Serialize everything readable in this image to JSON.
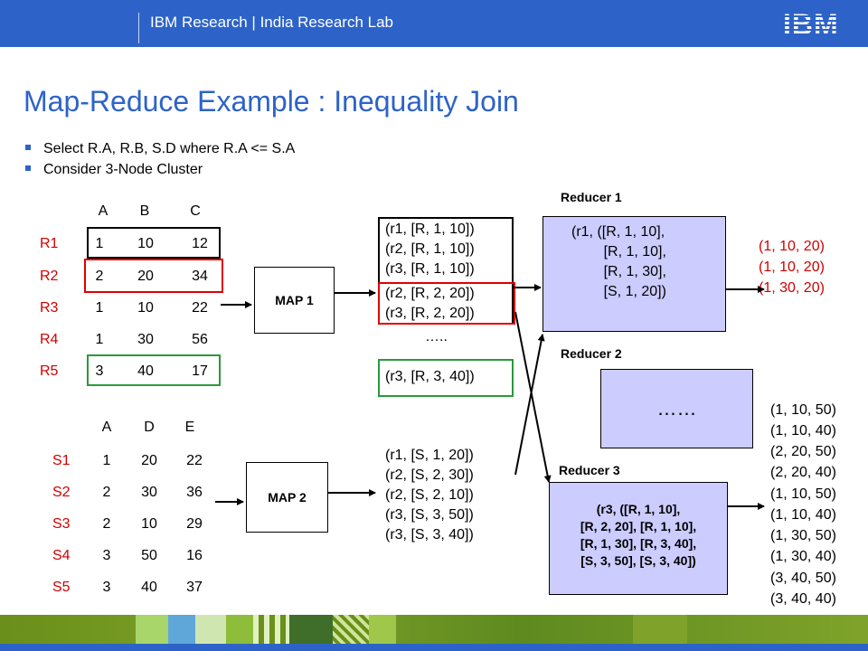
{
  "header": {
    "org_text": "IBM Research  |  India Research Lab",
    "logo": "IBM"
  },
  "title": "Map-Reduce Example : Inequality Join",
  "bullets": [
    "Select R.A, R.B, S.D where R.A <= S.A",
    "Consider 3-Node Cluster"
  ],
  "tableR": {
    "headers": [
      "A",
      "B",
      "C"
    ],
    "rows": [
      {
        "label": "R1",
        "cells": [
          "1",
          "10",
          "12"
        ]
      },
      {
        "label": "R2",
        "cells": [
          "2",
          "20",
          "34"
        ]
      },
      {
        "label": "R3",
        "cells": [
          "1",
          "10",
          "22"
        ]
      },
      {
        "label": "R4",
        "cells": [
          "1",
          "30",
          "56"
        ]
      },
      {
        "label": "R5",
        "cells": [
          "3",
          "40",
          "17"
        ]
      }
    ]
  },
  "tableS": {
    "headers": [
      "A",
      "D",
      "E"
    ],
    "rows": [
      {
        "label": "S1",
        "cells": [
          "1",
          "20",
          "22"
        ]
      },
      {
        "label": "S2",
        "cells": [
          "2",
          "30",
          "36"
        ]
      },
      {
        "label": "S3",
        "cells": [
          "2",
          "10",
          "29"
        ]
      },
      {
        "label": "S4",
        "cells": [
          "3",
          "50",
          "16"
        ]
      },
      {
        "label": "S5",
        "cells": [
          "3",
          "40",
          "37"
        ]
      }
    ]
  },
  "map1": {
    "label": "MAP 1"
  },
  "map2": {
    "label": "MAP 2"
  },
  "map1_output": {
    "lines": [
      "(r1, [R, 1, 10])",
      "(r2, [R, 1, 10])",
      "(r3, [R, 1, 10])",
      "(r2, [R, 2, 20])",
      "(r3, [R, 2, 20])"
    ],
    "ellipsis": "…..",
    "last": "(r3, [R, 3, 40])"
  },
  "map2_output": {
    "lines": [
      "(r1, [S, 1, 20])",
      "(r2, [S, 2, 30])",
      "(r2, [S, 2, 10])",
      "(r3, [S, 3, 50])",
      "(r3, [S, 3, 40])"
    ]
  },
  "reducer1": {
    "label": "Reducer 1",
    "lines": [
      "(r1, ([R, 1, 10],",
      "        [R, 1, 10],",
      "        [R, 1, 30],",
      "        [S, 1, 20])"
    ]
  },
  "reducer2": {
    "label": "Reducer 2",
    "content": "……"
  },
  "reducer3": {
    "label": "Reducer 3",
    "lines": [
      "(r3, ([R, 1, 10],",
      "[R, 2, 20], [R, 1, 10],",
      "[R, 1, 30], [R, 3, 40],",
      "[S, 3, 50], [S, 3, 40])"
    ]
  },
  "output1": [
    "(1, 10, 20)",
    "(1, 10, 20)",
    "(1, 30, 20)"
  ],
  "output3": [
    "(1, 10, 50)",
    "(1, 10, 40)",
    "(2, 20, 50)",
    "(2, 20, 40)",
    "(1, 10, 50)",
    "(1, 10, 40)",
    "(1, 30, 50)",
    "(1, 30, 40)",
    "(3, 40, 50)",
    "(3, 40, 40)"
  ],
  "colors": {
    "brand_blue": "#2d63c8",
    "reducer_fill": "#ccccff",
    "red_highlight": "#e00000",
    "green_highlight": "#2a9a3a",
    "label_red": "#d00000"
  }
}
